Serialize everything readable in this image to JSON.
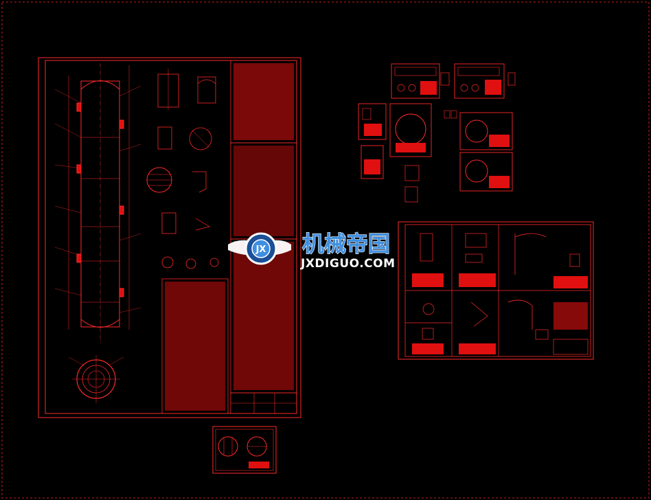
{
  "colors": {
    "background": "#000000",
    "frame": "#ff2a2a",
    "fill": "#e01010",
    "white": "#ffffff",
    "watermark_blue": "#3f8fe0",
    "watermark_dark": "#1b4f96"
  },
  "watermark": {
    "cn_text": "机械帝国",
    "en_text": "JXDIGUO.COM",
    "emblem_text": "JX"
  },
  "sheets": [
    {
      "name": "main-assembly-sheet"
    },
    {
      "name": "small-parts-sheet-cluster"
    },
    {
      "name": "detail-parts-sheet"
    },
    {
      "name": "bottom-small-sheet"
    }
  ]
}
